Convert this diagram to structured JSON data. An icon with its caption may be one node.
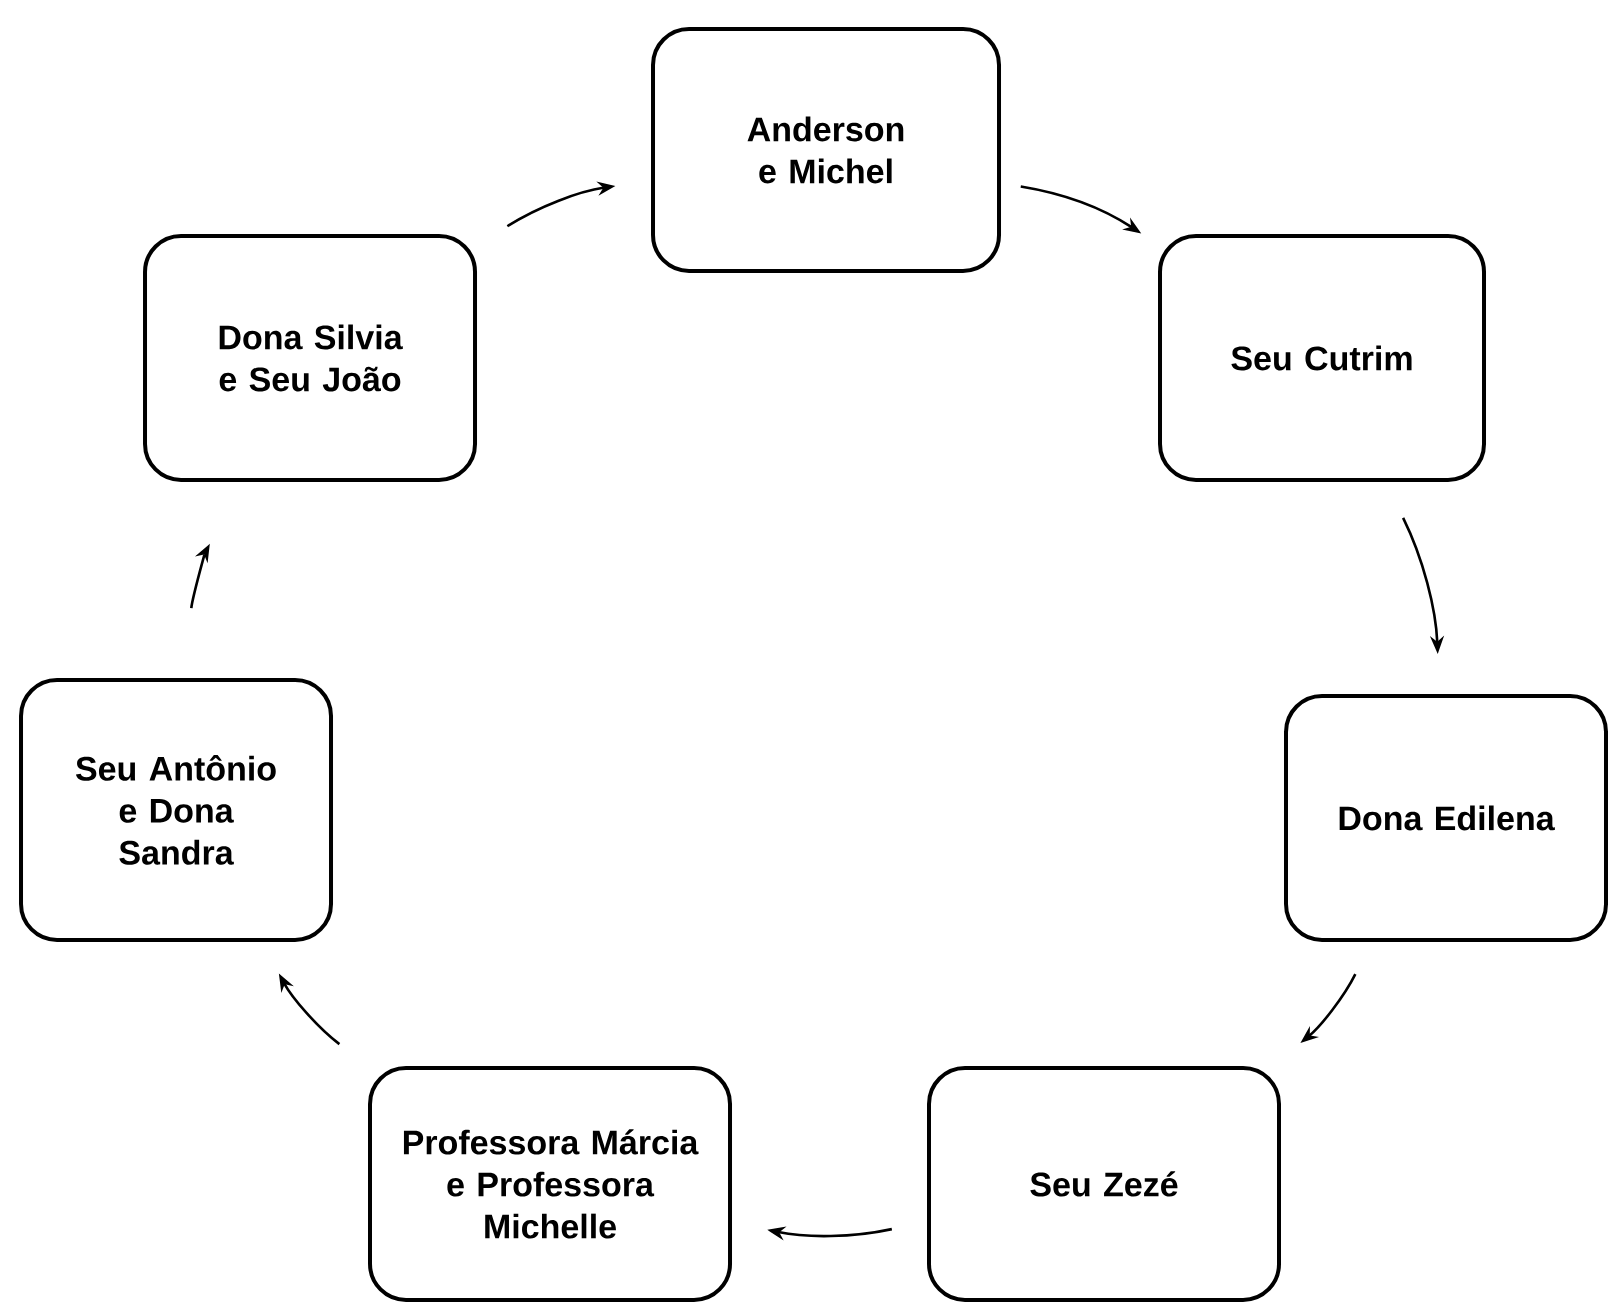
{
  "diagram": {
    "nodes": [
      {
        "text": [
          "Anderson e Michel"
        ]
      },
      {
        "text": [
          "Seu Cutrim"
        ]
      },
      {
        "text": [
          "Dona Edilena"
        ]
      },
      {
        "text": [
          "Seu Zezé"
        ]
      },
      {
        "text": [
          "Professora Márcia e Professora Michelle"
        ]
      },
      {
        "text": [
          "Seu Antônio e Dona Sandra"
        ]
      },
      {
        "text": [
          "Dona Silvia e Seu João"
        ]
      }
    ],
    "edges": [
      {
        "from": 0,
        "to": 1,
        "arrow": "to"
      },
      {
        "from": 1,
        "to": 2,
        "arrow": "to"
      },
      {
        "from": 2,
        "to": 3,
        "arrow": "to"
      },
      {
        "from": 3,
        "to": 4,
        "arrow": "to"
      },
      {
        "from": 4,
        "to": 5,
        "arrow": "to"
      },
      {
        "from": 5,
        "to": 6,
        "arrow": "to"
      },
      {
        "from": 6,
        "to": 0,
        "arrow": "to"
      }
    ]
  }
}
